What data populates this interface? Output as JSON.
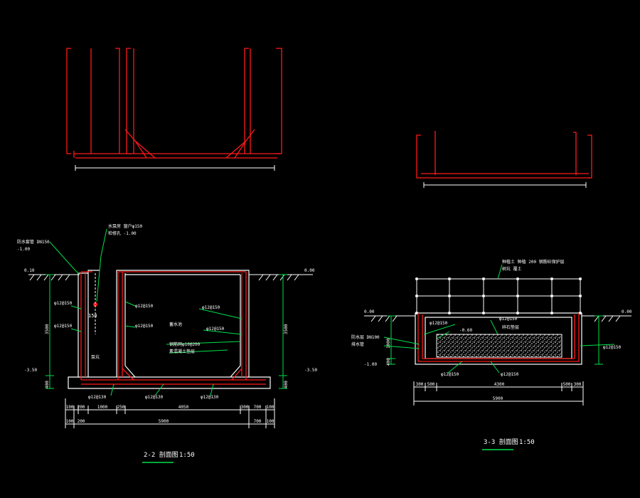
{
  "colors": {
    "background": "#000000",
    "rebar": "#ff1a1a",
    "concrete": "#ffffff",
    "dimension": "#00e04a",
    "leader": "#00e04a",
    "text": "#ffffff",
    "title_underline": "#00e04a"
  },
  "section_22": {
    "title": "2-2 剖面图",
    "scale": "1:50",
    "elev_left": "0.10",
    "elev_right": "0.00",
    "elev_bottom_left": "-3.50",
    "elev_bottom_right": "-3.50",
    "callout_top_1": "水泵房 窗户φ150",
    "callout_top_2": "检修孔 -1.00",
    "callout_left_1": "防水套管 DN150",
    "callout_left_2": "-1.00",
    "rebar_left_1": "φ12@150",
    "rebar_left_2": "φ12@150",
    "rebar_mid_1": "φ12@150",
    "rebar_mid_2": "φ12@150",
    "rebar_right_1": "φ12@150",
    "rebar_right_2": "φ12@150",
    "room_label_1": "泵坑",
    "room_label_2": "蓄水池",
    "note_1": "钢筋网φ10@200",
    "note_2": "素混凝土垫层",
    "bottom_rebar_1": "φ12@130",
    "bottom_rebar_2": "φ12@130",
    "bottom_rebar_3": "φ12@130",
    "dim_height_left": "3500",
    "dim_height_right": "3500",
    "dim_base_left": "400",
    "dim_base_right": "400",
    "dim_row1": [
      "100",
      "200",
      "1000",
      "250",
      "4050",
      "300",
      "700",
      "100"
    ],
    "dim_row2": [
      "100",
      "200",
      "5900",
      "700",
      "100"
    ],
    "marker_150": "150"
  },
  "section_33": {
    "title": "3-3 剖面图",
    "scale": "1:50",
    "elev_left": "0.00",
    "elev_right": "0.00",
    "elev_bottom_left": "-1.00",
    "callout_top": "种植土 种植 200 钢筋砼保护层",
    "callout_top_2": "树坑 覆土",
    "rebar_1": "φ12@150",
    "rebar_2": "φ12@150",
    "rebar_3": "φ12@150",
    "rebar_4": "φ12@150",
    "note_fill": "碎石垫层",
    "note_left_1": "防水层 DN100",
    "note_left_2": "排水管",
    "level_mid": "-0.60",
    "dim_height": "1000",
    "dim_base": "400",
    "dim_row1": [
      "300",
      "500",
      "4300",
      "500",
      "300"
    ],
    "dim_row2": [
      "5900"
    ]
  }
}
